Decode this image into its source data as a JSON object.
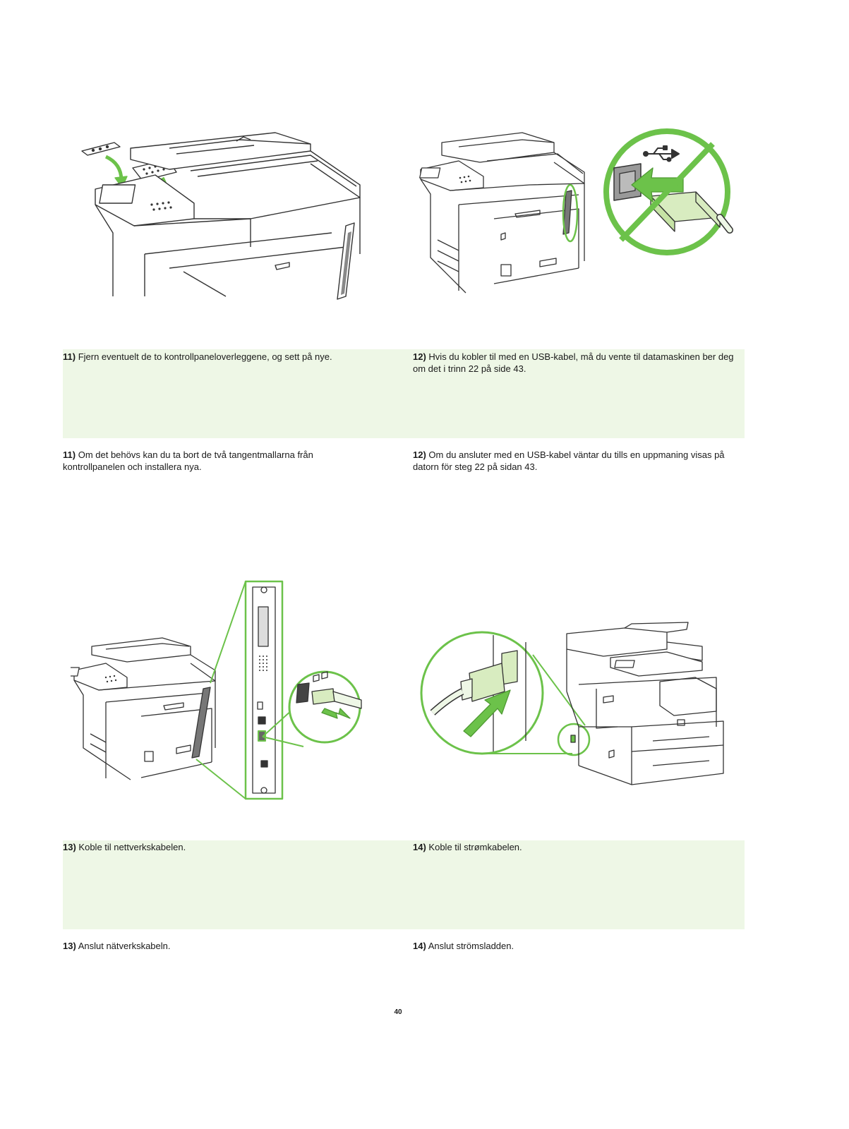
{
  "steps": {
    "s11": {
      "num": "11)",
      "no": "Fjern eventuelt de to kontrollpaneloverleggene, og sett på nye.",
      "sv": "Om det behövs kan du ta bort de två tangentmallarna från kontrollpanelen och installera nya."
    },
    "s12": {
      "num": "12)",
      "no": "Hvis du kobler til med en USB-kabel, må du vente til datamaskinen ber deg om det i trinn 22 på side 43.",
      "sv": "Om du ansluter med en USB-kabel väntar du tills en uppmaning visas på datorn för steg 22 på sidan 43."
    },
    "s13": {
      "num": "13)",
      "no": "Koble til nettverkskabelen.",
      "sv": "Anslut nätverkskabeln."
    },
    "s14": {
      "num": "14)",
      "no": "Koble til strømkabelen.",
      "sv": "Anslut strömsladden."
    }
  },
  "page_number": "40",
  "colors": {
    "accent_green": "#6cc24a",
    "band_green": "#eef7e6",
    "light_green": "#d8ecc0"
  },
  "icons": [
    "usb-icon",
    "prohibited-icon",
    "arrow-icon"
  ]
}
